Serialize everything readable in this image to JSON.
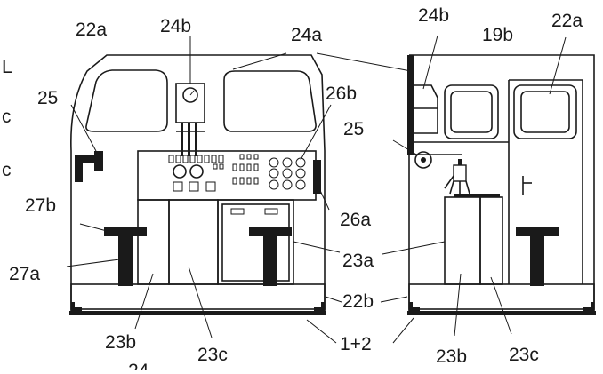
{
  "labels": {
    "l22a_front": "22a",
    "l24b_front": "24b",
    "l24a": "24a",
    "l25_front": "25",
    "l26b": "26b",
    "l27b": "27b",
    "l27a": "27a",
    "l23b_front": "23b",
    "l23c_front": "23c",
    "l24b_side": "24b",
    "l19b": "19b",
    "l22a_side": "22a",
    "l25_side": "25",
    "l26a": "26a",
    "l23a": "23a",
    "l22b": "22b",
    "l1_2": "1+2",
    "l23b_side": "23b",
    "l23c_side": "23c"
  },
  "edge_fragments": {
    "left_1": "L",
    "left_2": "c",
    "left_3": "c",
    "bottom": "24"
  }
}
